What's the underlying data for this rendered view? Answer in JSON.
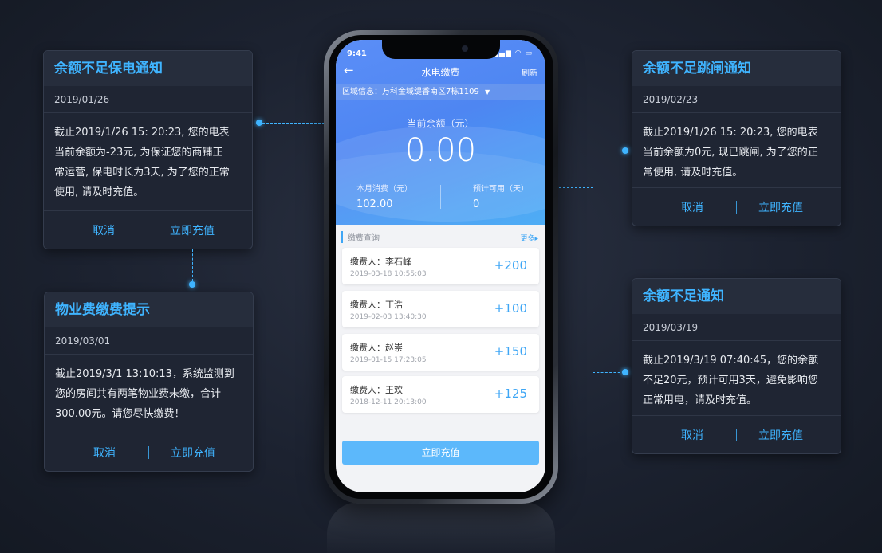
{
  "cards": [
    {
      "title": "余额不足保电通知",
      "date": "2019/01/26",
      "body": [
        "截止2019/1/26  15: 20:23, 您的电表",
        "当前余额为-23元, 为保证您的商铺正",
        "常运营, 保电时长为3天, 为了您的正常",
        "使用, 请及时充值。"
      ],
      "cancel": "取消",
      "recharge": "立即充值"
    },
    {
      "title": "物业费缴费提示",
      "date": "2019/03/01",
      "body": [
        "截止2019/3/1 13:10:13，系统监测到",
        "您的房间共有两笔物业费未缴，合计",
        "300.00元。请您尽快缴费！"
      ],
      "cancel": "取消",
      "recharge": "立即充值"
    },
    {
      "title": "余额不足跳闸通知",
      "date": "2019/02/23",
      "body": [
        "截止2019/1/26  15: 20:23, 您的电表",
        "当前余额为0元, 现已跳闸, 为了您的正",
        "常使用, 请及时充值。"
      ],
      "cancel": "取消",
      "recharge": "立即充值"
    },
    {
      "title": "余额不足通知",
      "date": "2019/03/19",
      "body": [
        "截止2019/3/19 07:40:45，您的余额",
        "不足20元，预计可用3天，避免影响您",
        "正常用电，请及时充值。"
      ],
      "cancel": "取消",
      "recharge": "立即充值"
    }
  ],
  "phone": {
    "status_time": "9:41",
    "nav_title": "水电缴费",
    "refresh": "刷新",
    "area": "区域信息：万科金域缇香南区7栋1109",
    "balance_label": "当前余额（元）",
    "balance_value": "0.00",
    "month_label": "本月消费（元）",
    "month_value": "102.00",
    "days_label": "预计可用（天）",
    "days_value": "0",
    "list_title": "缴费查询",
    "more": "更多",
    "payments": [
      {
        "payer": "缴费人：李石峰",
        "time": "2019-03-18  10:55:03",
        "amount": "+200"
      },
      {
        "payer": "缴费人：丁浩",
        "time": "2019-02-03  13:40:30",
        "amount": "+100"
      },
      {
        "payer": "缴费人：赵崇",
        "time": "2019-01-15  17:23:05",
        "amount": "+150"
      },
      {
        "payer": "缴费人：王欢",
        "time": "2018-12-11  20:13:00",
        "amount": "+125"
      }
    ],
    "topup_label": "立即充值"
  },
  "colors": {
    "accent": "#3fb4ff",
    "card_bg": "#1f2533",
    "hero": "#4e86f2"
  },
  "icons": [
    "back-arrow-icon",
    "signal-icon",
    "wifi-icon",
    "battery-icon",
    "dropdown-caret-icon",
    "more-arrow-icon"
  ]
}
